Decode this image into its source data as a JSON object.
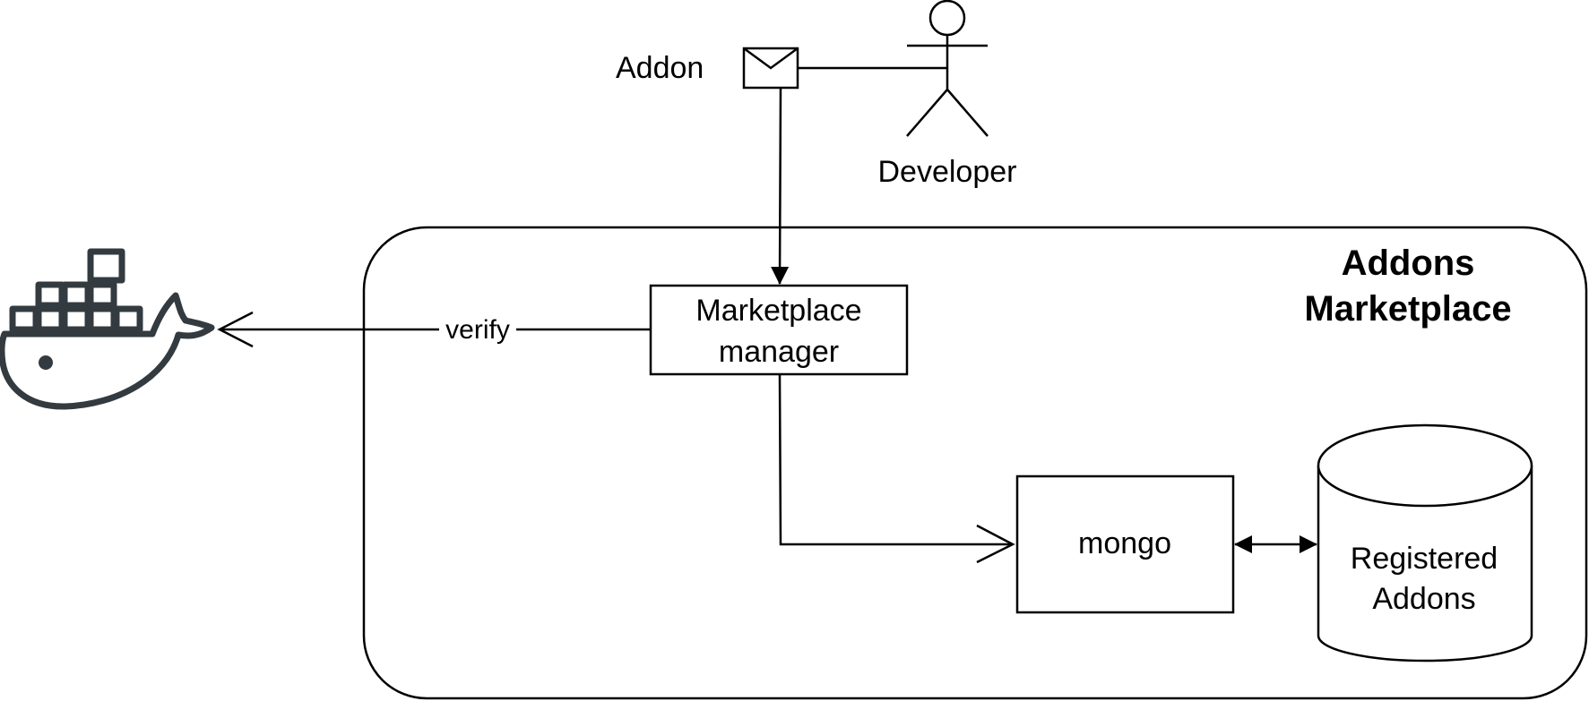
{
  "diagram": {
    "title_line1": "Addons",
    "title_line2": "Marketplace",
    "nodes": {
      "addon": {
        "label": "Addon",
        "icon": "envelope-icon"
      },
      "developer": {
        "label": "Developer",
        "icon": "stick-figure-icon"
      },
      "manager": {
        "label_line1": "Marketplace",
        "label_line2": "manager"
      },
      "mongo": {
        "label": "mongo"
      },
      "registered": {
        "label_line1": "Registered",
        "label_line2": "Addons",
        "icon": "database-cylinder-icon"
      },
      "docker": {
        "icon": "docker-whale-icon"
      }
    },
    "edges": {
      "verify": {
        "label": "verify"
      }
    },
    "colors": {
      "line": "#000000",
      "docker": "#333b40"
    }
  }
}
